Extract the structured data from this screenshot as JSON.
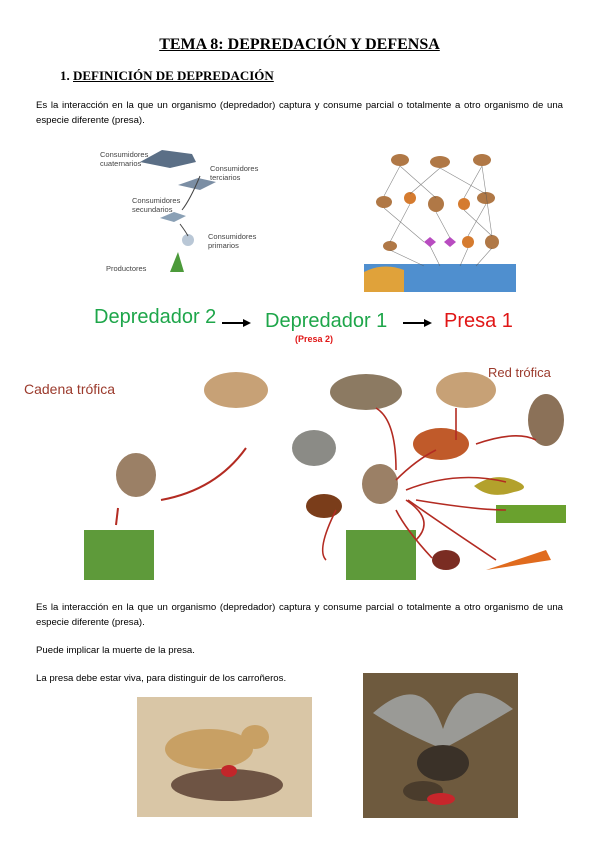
{
  "title": "TEMA 8: DEPREDACIÓN Y DEFENSA",
  "section": {
    "number": "1.",
    "label": "DEFINICIÓN DE DEPREDACIÓN"
  },
  "intro": "Es la interacción en la que un organismo (depredador) captura y consume parcial o totalmente a otro organismo de una especie diferente (presa).",
  "pyramid_labels": {
    "cuaternarios": "Consumidores cuaternarios",
    "terciarios": "Consumidores terciarios",
    "secundarios": "Consumidores secundarios",
    "primarios": "Consumidores primarios",
    "productores": "Productores"
  },
  "flow": {
    "pred2": "Depredador 2",
    "pred1": "Depredador 1",
    "pred1_sub": "(Presa 2)",
    "prey1": "Presa 1",
    "green": "#1ea64a",
    "red": "#e01616"
  },
  "cadena_label": "Cadena trófica",
  "red_label": "Red trófica",
  "body": [
    "Es la interacción en la que un organismo (depredador) captura y consume parcial o totalmente a otro organismo de una especie diferente (presa).",
    "Puede implicar la muerte de la presa.",
    "La presa debe estar viva, para distinguir de los carroñeros."
  ]
}
